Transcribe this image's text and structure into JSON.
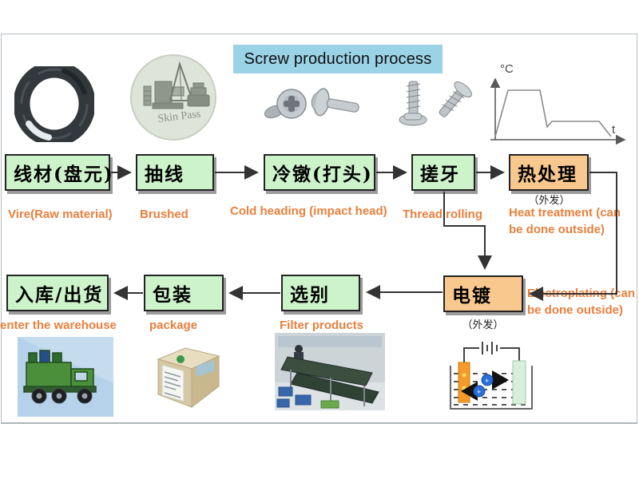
{
  "title": "Screw production process",
  "row1": [
    {
      "cn": "线材(盘元)",
      "en": "Vire(Raw material)"
    },
    {
      "cn": "抽线",
      "en": "Brushed"
    },
    {
      "cn": "冷镦(打头)",
      "en": "Cold heading (impact head)"
    },
    {
      "cn": "搓牙",
      "en": "Thread rolling"
    },
    {
      "cn": "热处理",
      "note": "（外发）",
      "en": "Heat treatment (can be done outside)"
    }
  ],
  "row2": [
    {
      "cn": "入库/出货",
      "en": "enter the warehouse"
    },
    {
      "cn": "包装",
      "en": "package"
    },
    {
      "cn": "选别",
      "en": "Filter products"
    },
    {
      "cn": "电镀",
      "note": "（外发）",
      "en": "Electroplating (can be done outside)"
    }
  ],
  "stamp_text": "Skin Pass",
  "temperature_graph": {
    "y_axis": "°C",
    "x_axis": "t"
  },
  "colors": {
    "green_box": "#cdf3cb",
    "orange_box": "#f8c88e",
    "title_bg": "#9ad2e6",
    "label_orange": "#e97f3c",
    "arrow": "#333333",
    "anode_orange": "#f59a28",
    "ion_blue": "#2b6fd6"
  }
}
